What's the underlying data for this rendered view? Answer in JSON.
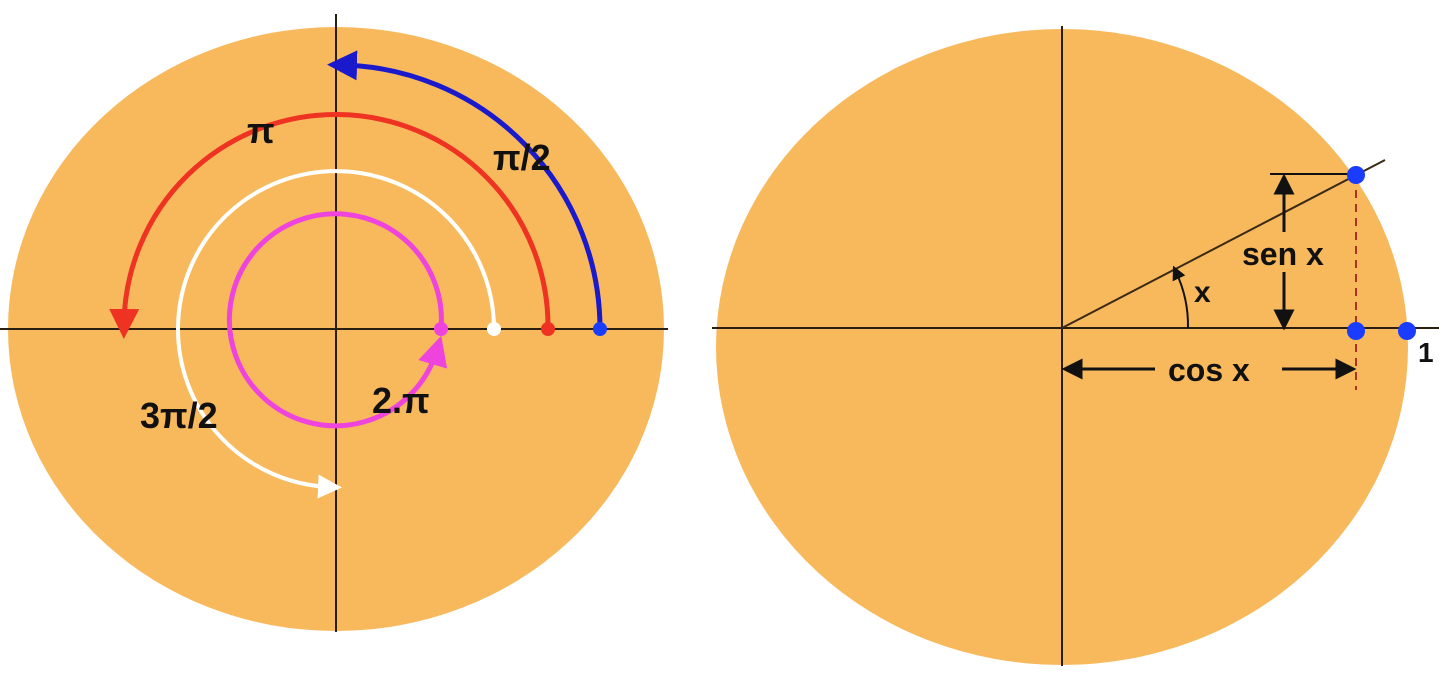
{
  "left_diagram": {
    "labels": {
      "pi_half": "π/2",
      "pi": "π",
      "three_pi_half": "3π/2",
      "two_pi": "2.π"
    }
  },
  "right_diagram": {
    "labels": {
      "sine": "sen x",
      "cosine": "cos x",
      "angle": "x",
      "unit": "1"
    }
  },
  "colors": {
    "disk": "#f7b95c",
    "axis": "#2a1e10",
    "blue_arc": "#1a1acc",
    "red_arc": "#ee3322",
    "white_arc": "#ffffff",
    "magenta_arc": "#ee44dd",
    "point_blue": "#1a3cff"
  }
}
